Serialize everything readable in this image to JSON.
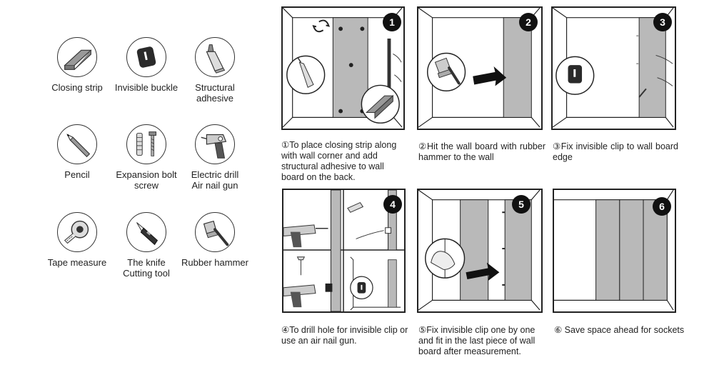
{
  "tools": [
    {
      "label": "Closing strip",
      "icon": "closing-strip-icon"
    },
    {
      "label": "Invisible buckle",
      "icon": "invisible-buckle-icon"
    },
    {
      "label": "Structural\nadhesive",
      "icon": "adhesive-tube-icon"
    },
    {
      "label": "Pencil",
      "icon": "pencil-icon"
    },
    {
      "label": "Expansion bolt\nscrew",
      "icon": "expansion-bolt-icon"
    },
    {
      "label": "Electric drill\nAir nail gun",
      "icon": "electric-drill-icon"
    },
    {
      "label": "Tape measure",
      "icon": "tape-measure-icon"
    },
    {
      "label": "The knife\nCutting tool",
      "icon": "knife-icon"
    },
    {
      "label": "Rubber hammer",
      "icon": "rubber-hammer-icon"
    }
  ],
  "steps": [
    {
      "number": "1",
      "caption": "①To place closing strip along with wall corner and add structural adhesive to wall board on the back."
    },
    {
      "number": "2",
      "caption": "②Hit the wall board with rubber hammer to the wall"
    },
    {
      "number": "3",
      "caption": "③Fix invisible clip to wall board edge"
    },
    {
      "number": "4",
      "caption": "④To drill hole for invisible clip or use an air nail gun."
    },
    {
      "number": "5",
      "caption": "⑤Fix invisible clip one by one and fit in the last piece of wall board after measurement."
    },
    {
      "number": "6",
      "caption": "⑥ Save space ahead for sockets"
    }
  ],
  "colors": {
    "board": "#b9b9b9",
    "line": "#222222",
    "badge": "#111111"
  }
}
